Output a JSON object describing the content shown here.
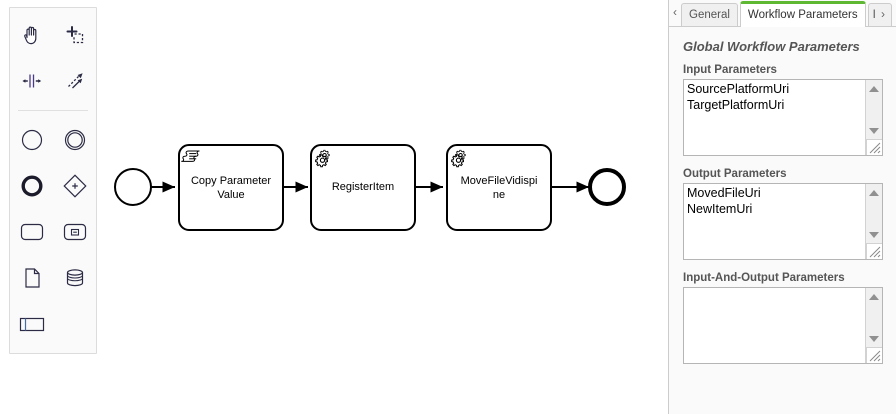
{
  "palette": {
    "tools": [
      {
        "name": "hand-tool",
        "label": "Activate the hand tool"
      },
      {
        "name": "lasso-tool",
        "label": "Activate the lasso tool"
      },
      {
        "name": "space-tool",
        "label": "Activate the create/remove space tool"
      },
      {
        "name": "global-connect-tool",
        "label": "Activate the global connect tool"
      }
    ],
    "elements": [
      {
        "name": "start-event",
        "label": "Create StartEvent"
      },
      {
        "name": "intermediate-event",
        "label": "Create Intermediate/Boundary Event"
      },
      {
        "name": "end-event",
        "label": "Create EndEvent"
      },
      {
        "name": "exclusive-gateway",
        "label": "Create Gateway"
      },
      {
        "name": "task",
        "label": "Create Task"
      },
      {
        "name": "subprocess-expanded",
        "label": "Create expanded SubProcess"
      },
      {
        "name": "data-object",
        "label": "Create DataObjectReference"
      },
      {
        "name": "data-store",
        "label": "Create DataStoreReference"
      },
      {
        "name": "participant",
        "label": "Create Pool/Participant"
      }
    ]
  },
  "diagram": {
    "start_event": {
      "label": ""
    },
    "end_event": {
      "label": ""
    },
    "tasks": [
      {
        "id": "task-copy-parameter-value",
        "label": "Copy Parameter Value",
        "lines": [
          "Copy Parameter",
          "Value"
        ],
        "type": "script-task"
      },
      {
        "id": "task-registeritem",
        "label": "RegisterItem",
        "lines": [
          "RegisterItem"
        ],
        "type": "service-task"
      },
      {
        "id": "task-movefilevidispine",
        "label": "MoveFileVidispine",
        "lines": [
          "MoveFileVidispi",
          "ne"
        ],
        "type": "service-task"
      }
    ]
  },
  "properties_panel": {
    "tabs": [
      {
        "name": "tab-general",
        "label": "General",
        "active": false,
        "clipped": true
      },
      {
        "name": "tab-workflow-parameters",
        "label": "Workflow Parameters",
        "active": true,
        "clipped": false
      },
      {
        "name": "tab-next",
        "label": "I",
        "active": false,
        "clipped": true
      }
    ],
    "scroll_left_glyph": "‹",
    "scroll_right_glyph": "›",
    "heading": "Global Workflow Parameters",
    "groups": [
      {
        "name": "input-parameters",
        "label": "Input Parameters",
        "options": [
          "SourcePlatformUri",
          "TargetPlatformUri"
        ]
      },
      {
        "name": "output-parameters",
        "label": "Output Parameters",
        "options": [
          "MovedFileUri",
          "NewItemUri"
        ]
      },
      {
        "name": "input-and-output-parameters",
        "label": "Input-And-Output Parameters",
        "options": []
      }
    ]
  },
  "colors": {
    "accent_green": "#5fb832",
    "panel_bg": "#fafafa",
    "border": "#cccccc",
    "label_text": "#555555",
    "stroke": "#000000"
  }
}
